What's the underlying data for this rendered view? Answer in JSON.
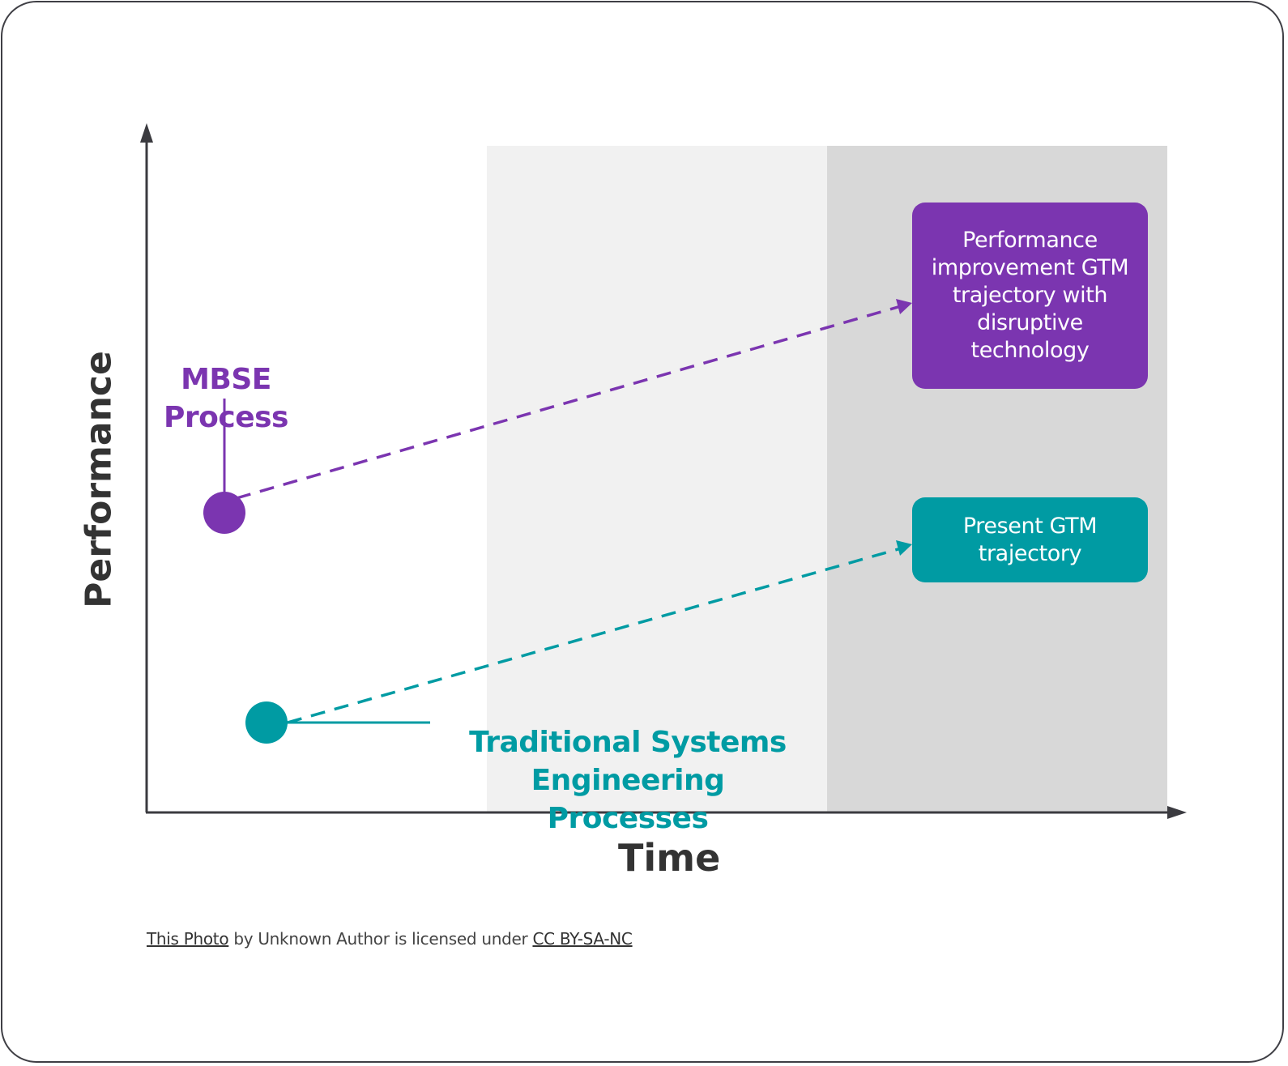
{
  "colors": {
    "mbse": "#7b35b0",
    "traditional": "#009ba3",
    "axis": "#3b3b40",
    "zone_light": "#f1f1f1",
    "zone_dark": "#d8d8d8",
    "axis_text": "#333333"
  },
  "axes": {
    "y_title": "Performance",
    "x_title": "Time"
  },
  "series": {
    "mbse": {
      "label": "MBSE\nProcess",
      "target_box": "Performance\nimprovement GTM\ntrajectory with\ndisruptive\ntechnology"
    },
    "traditional": {
      "label": "Traditional Systems\nEngineering Processes",
      "target_box": "Present GTM\ntrajectory"
    }
  },
  "credit": {
    "link1": "This Photo",
    "middle": " by Unknown Author is licensed under ",
    "link2": "CC BY-SA-NC"
  }
}
